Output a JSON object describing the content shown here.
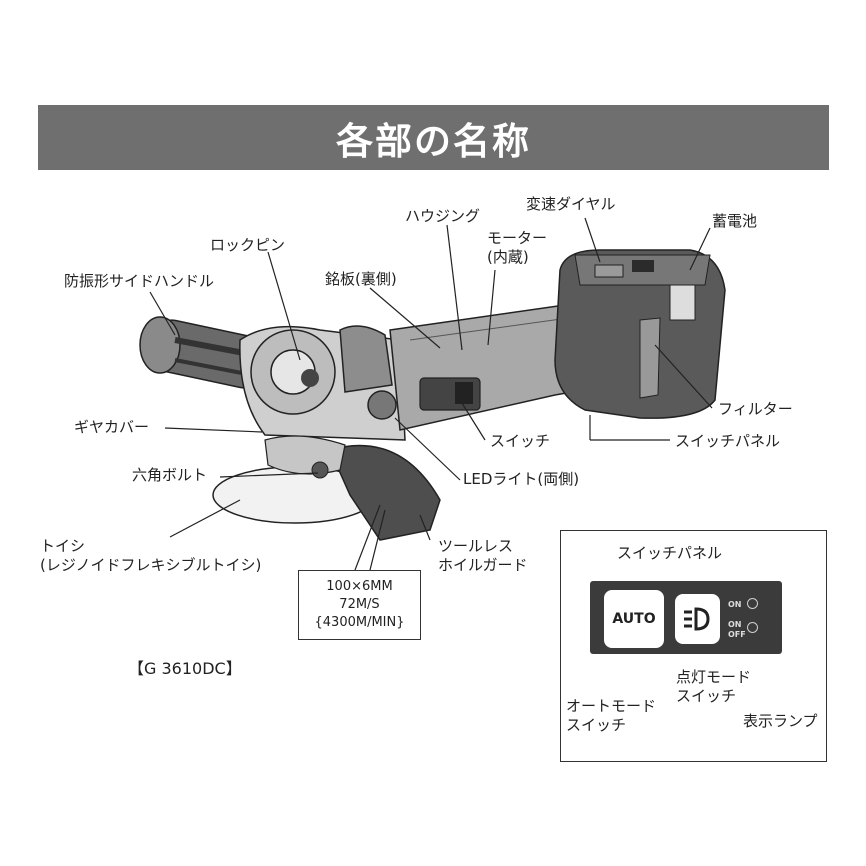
{
  "header": {
    "title": "各部の名称"
  },
  "labels": {
    "side_handle": "防振形サイドハンドル",
    "lock_pin": "ロックピン",
    "nameplate": "銘板(裏側)",
    "housing": "ハウジング",
    "motor": "モーター\n(内蔵)",
    "speed_dial": "変速ダイヤル",
    "battery": "蓄電池",
    "filter": "フィルター",
    "switch_panel": "スイッチパネル",
    "switch": "スイッチ",
    "led_light": "LEDライト(両側)",
    "gear_cover": "ギヤカバー",
    "hex_bolt": "六角ボルト",
    "wheel": "トイシ\n(レジノイドフレキシブルトイシ)",
    "guard": "ツールレス\nホイルガード"
  },
  "spec": {
    "line1": "100×6MM",
    "line2": "72M/S",
    "line3": "{4300M/MIN}"
  },
  "model": "【G 3610DC】",
  "panel": {
    "title": "スイッチパネル",
    "auto_label": "AUTO",
    "lamp1": "ON",
    "lamp2_on": "ON",
    "lamp2_off": "OFF",
    "auto_switch": "オートモード\nスイッチ",
    "light_switch": "点灯モード\nスイッチ",
    "indicator": "表示ランプ"
  }
}
